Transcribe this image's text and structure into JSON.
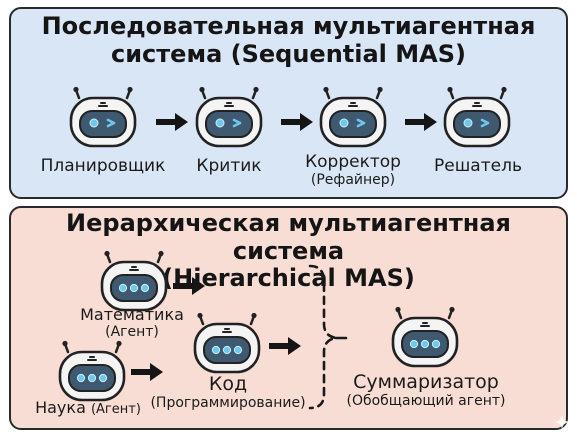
{
  "sequential": {
    "title_line1": "Последовательная мультиагентная",
    "title_line2": "система (Sequential MAS)",
    "agents": [
      {
        "name": "Планировщик",
        "sub": ""
      },
      {
        "name": "Критик",
        "sub": ""
      },
      {
        "name": "Корректор",
        "sub": "(Рефайнер)"
      },
      {
        "name": "Решатель",
        "sub": ""
      }
    ]
  },
  "hierarchical": {
    "title_line1": "Иерархическая мультиагентная система",
    "title_line2": "(Hierarchical MAS)",
    "agents": [
      {
        "name": "Математика",
        "sub": "(Агент)"
      },
      {
        "name": "Наука",
        "sub": "(Агент)"
      },
      {
        "name": "Код",
        "sub": "(Программирование)"
      },
      {
        "name": "Суммаризатор",
        "sub": "(Обобщающий агент)"
      }
    ]
  },
  "colors": {
    "sequential_bg": "#d8e6f6",
    "hierarchical_bg": "#f7ddd3",
    "robot_face": "#3f5a70",
    "robot_eye": "#6ec8ee"
  }
}
